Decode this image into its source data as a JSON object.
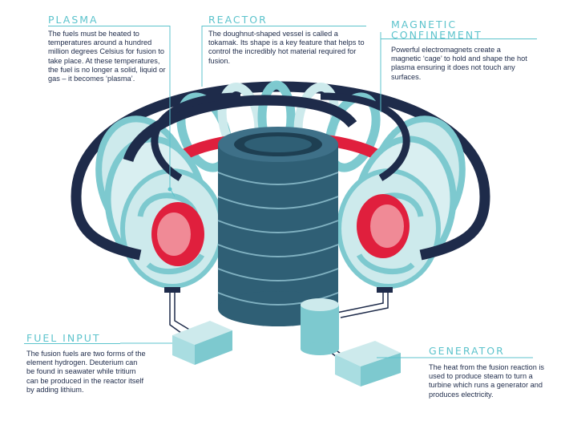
{
  "labels": {
    "plasma": {
      "title": "PLASMA",
      "body": "The fuels must be heated to temperatures around a hundred million degrees Celsius for fusion to take place. At these temperatures, the fuel is no longer a solid, liquid or gas – it becomes ‘plasma’."
    },
    "reactor": {
      "title": "REACTOR",
      "body": "The doughnut-shaped vessel is called a tokamak. Its shape is a key feature that helps to control the incredibly hot material required for fusion."
    },
    "magnetic": {
      "title_line1": "MAGNETIC",
      "title_line2": "CONFINEMENT",
      "body": "Powerful electromagnets create a magnetic ‘cage’ to hold and shape the hot plasma ensuring it does not touch any surfaces."
    },
    "fuel": {
      "title": "FUEL INPUT",
      "body": "The fusion fuels are two forms of the element hydrogen. Deuterium can be found in seawater while tritium can be produced in the reactor itself by adding lithium."
    },
    "generator": {
      "title": "GENERATOR",
      "body": "The heat from the fusion reaction is used to produce steam to turn a turbine which runs a generator and produces electricity."
    }
  },
  "colors": {
    "accent": "#5cc3cc",
    "navy": "#1e2b4a",
    "coil_light": "#cdeaec",
    "coil_mid": "#7dc9cf",
    "plasma_red": "#e01f3d",
    "plasma_pink": "#f08a96",
    "solenoid": "#2f5f75"
  }
}
